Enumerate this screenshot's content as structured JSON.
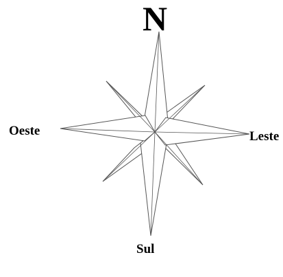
{
  "compass_rose": {
    "labels": {
      "north": "N",
      "west": "Oeste",
      "east": "Leste",
      "south": "Sul"
    },
    "colors": {
      "stroke": "#555555",
      "fill": "#ffffff",
      "text": "#000000"
    }
  }
}
